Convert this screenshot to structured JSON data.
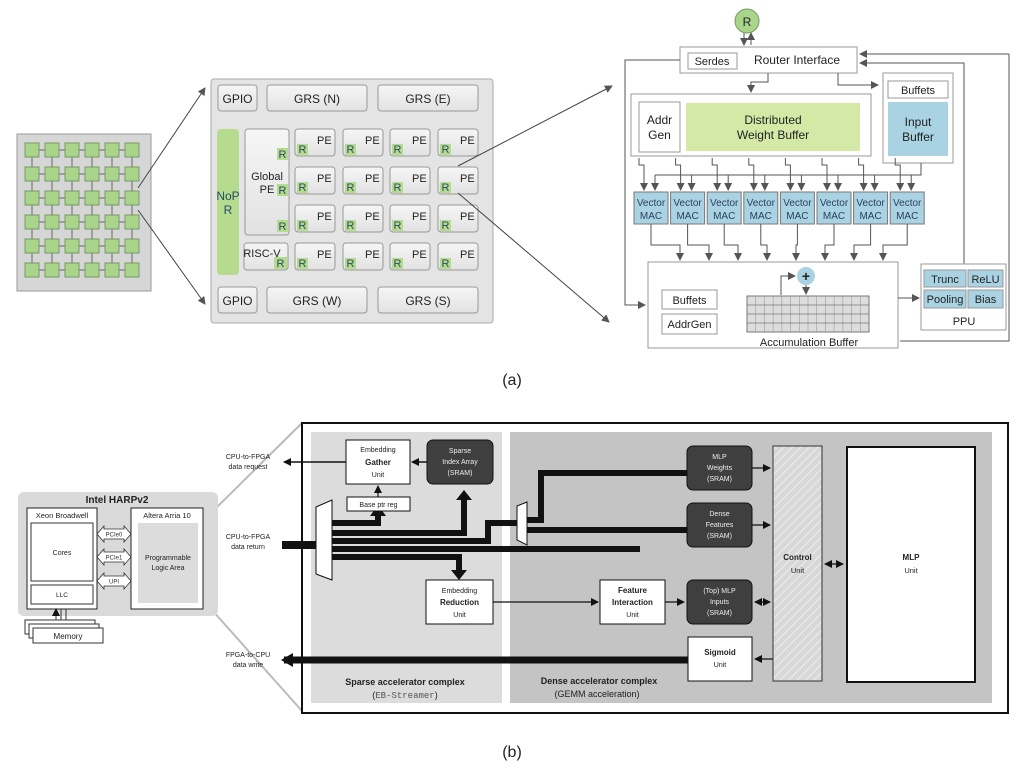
{
  "figure_a": {
    "caption": "(a)",
    "chip_grid": {
      "rows": 6,
      "cols": 6
    },
    "tile": {
      "gpio_top": "GPIO",
      "grs_n": "GRS (N)",
      "grs_e": "GRS (E)",
      "gpio_bottom": "GPIO",
      "grs_w": "GRS (W)",
      "grs_s": "GRS (S)",
      "nop_line1": "NoP",
      "nop_line2": "R",
      "global_pe_line1": "Global",
      "global_pe_line2": "PE",
      "risc_v": "RISC-V",
      "router": "R",
      "pe": "PE"
    },
    "pe_detail": {
      "router_node": "R",
      "router_interface": "Router Interface",
      "serdes": "Serdes",
      "addr_gen_line1": "Addr",
      "addr_gen_line2": "Gen",
      "weight_buffer_line1": "Distributed",
      "weight_buffer_line2": "Weight Buffer",
      "buffets_top": "Buffets",
      "input_buffer_line1": "Input",
      "input_buffer_line2": "Buffer",
      "vector_mac_line1": "Vector",
      "vector_mac_line2": "MAC",
      "vector_mac_count": 8,
      "buffets_bottom": "Buffets",
      "addrgen_bottom": "AddrGen",
      "plus": "+",
      "accumulation_buffer": "Accumulation Buffer",
      "ppu": {
        "label": "PPU",
        "trunc": "Trunc",
        "relu": "ReLU",
        "pooling": "Pooling",
        "bias": "Bias"
      }
    }
  },
  "figure_b": {
    "caption": "(b)",
    "harp": {
      "title": "Intel HARPv2",
      "xeon": "Xeon Broadwell",
      "cores": "Cores",
      "llc": "LLC",
      "memory": "Memory",
      "altera": "Altera Arria 10",
      "pla_line1": "Programmable",
      "pla_line2": "Logic Area",
      "links": [
        "PCIe0",
        "PCIe1",
        "UPI"
      ]
    },
    "io_labels": {
      "req_line1": "CPU-to-FPGA",
      "req_line2": "data request",
      "ret_line1": "CPU-to-FPGA",
      "ret_line2": "data return",
      "wr_line1": "FPGA-to-CPU",
      "wr_line2": "data write"
    },
    "sparse": {
      "gather_line1": "Embedding",
      "gather_line2": "Gather",
      "gather_line3": "Unit",
      "sia_line1": "Sparse",
      "sia_line2": "Index Array",
      "sia_line3": "(SRAM)",
      "base_ptr": "Base ptr reg",
      "reduction_line1": "Embedding",
      "reduction_line2": "Reduction",
      "reduction_line3": "Unit",
      "title": "Sparse accelerator complex",
      "subtitle_open": "(",
      "subtitle_mono": "EB-Streamer",
      "subtitle_close": ")"
    },
    "dense": {
      "mlpw_line1": "MLP",
      "mlpw_line2": "Weights",
      "mlpw_line3": "(SRAM)",
      "df_line1": "Dense",
      "df_line2": "Features",
      "df_line3": "(SRAM)",
      "fi_line1": "Feature",
      "fi_line2": "Interaction",
      "fi_line3": "Unit",
      "mi_line1": "(Top) MLP",
      "mi_line2": "Inputs",
      "mi_line3": "(SRAM)",
      "sig_line1": "Sigmoid",
      "sig_line2": "Unit",
      "ctrl_line1": "Control",
      "ctrl_line2": "Unit",
      "mlp_line1": "MLP",
      "mlp_line2": "Unit",
      "title": "Dense accelerator complex",
      "subtitle": "(GEMM acceleration)"
    }
  },
  "colors": {
    "green": "#a8d58a",
    "green_dark": "#7cbc5a",
    "blue": "#a9d3e2",
    "weight_green": "#d4e9a6",
    "dark_sram": "#3f3f3f",
    "sparse_bg": "#dcdcdc",
    "dense_bg": "#c2c2c2"
  }
}
